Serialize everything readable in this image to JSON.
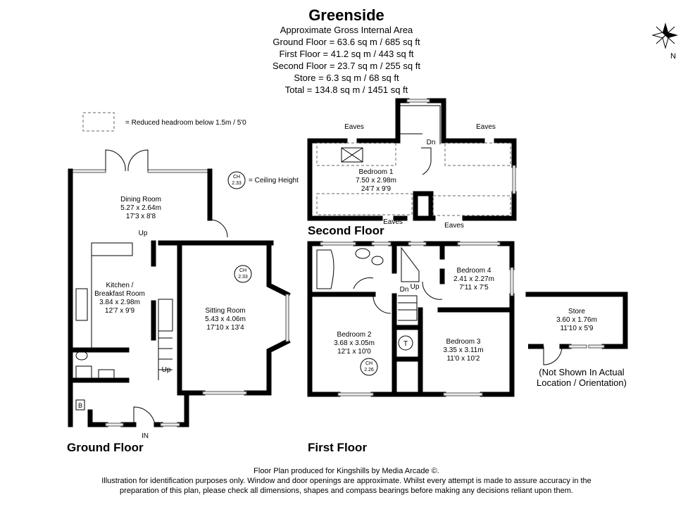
{
  "header": {
    "title": "Greenside",
    "area_lines": [
      "Approximate Gross Internal Area",
      "Ground Floor = 63.6 sq m / 685 sq ft",
      "First Floor = 41.2 sq m / 443 sq ft",
      "Second Floor = 23.7 sq m / 255 sq ft",
      "Store = 6.3 sq m / 68 sq ft",
      "Total = 134.8 sq m / 1451 sq ft"
    ]
  },
  "compass": {
    "label": "N"
  },
  "legend": {
    "headroom": "= Reduced headroom below 1.5m / 5'0",
    "ceiling": "= Ceiling Height",
    "ch_abbr": "CH",
    "ch_value": "2.33"
  },
  "ground": {
    "label": "Ground Floor",
    "rooms": [
      {
        "name": "Dining Room",
        "metric": "5.27 x 2.64m",
        "imperial": "17'3 x 8'8"
      },
      {
        "name": "Kitchen /",
        "name2": "Breakfast Room",
        "metric": "3.84 x 2.98m",
        "imperial": "12'7 x 9'9"
      },
      {
        "name": "Sitting Room",
        "metric": "5.43 x 4.06m",
        "imperial": "17'10 x 13'4"
      }
    ],
    "up1": "Up",
    "up2": "Up",
    "entrance": "IN",
    "boiler": "B",
    "ch": {
      "abbr": "CH",
      "value": "2.33"
    }
  },
  "second": {
    "label": "Second Floor",
    "rooms": [
      {
        "name": "Bedroom 1",
        "metric": "7.50 x 2.98m",
        "imperial": "24'7 x 9'9"
      }
    ],
    "eaves": [
      "Eaves",
      "Eaves",
      "Eaves",
      "Eaves"
    ],
    "down": "Dn"
  },
  "first": {
    "label": "First Floor",
    "rooms": [
      {
        "name": "Bedroom 4",
        "metric": "2.41 x 2.27m",
        "imperial": "7'11 x 7'5"
      },
      {
        "name": "Bedroom 2",
        "metric": "3.68 x 3.05m",
        "imperial": "12'1 x 10'0"
      },
      {
        "name": "Bedroom 3",
        "metric": "3.35 x 3.11m",
        "imperial": "11'0 x 10'2"
      }
    ],
    "down": "Dn",
    "up": "Up",
    "tank": "T",
    "ch": {
      "abbr": "CH",
      "value": "2.26"
    }
  },
  "store": {
    "name": "Store",
    "metric": "3.60 x 1.76m",
    "imperial": "11'10 x 5'9",
    "note1": "(Not Shown In Actual",
    "note2": "Location / Orientation)"
  },
  "footer": [
    "Floor Plan produced for Kingshills by Media Arcade ©.",
    "Illustration for identification purposes only. Window and door openings are approximate. Whilst every attempt is made to assure accuracy in the",
    "preparation of this plan, please check all dimensions, shapes and compass bearings before making any decisions reliant upon them."
  ]
}
